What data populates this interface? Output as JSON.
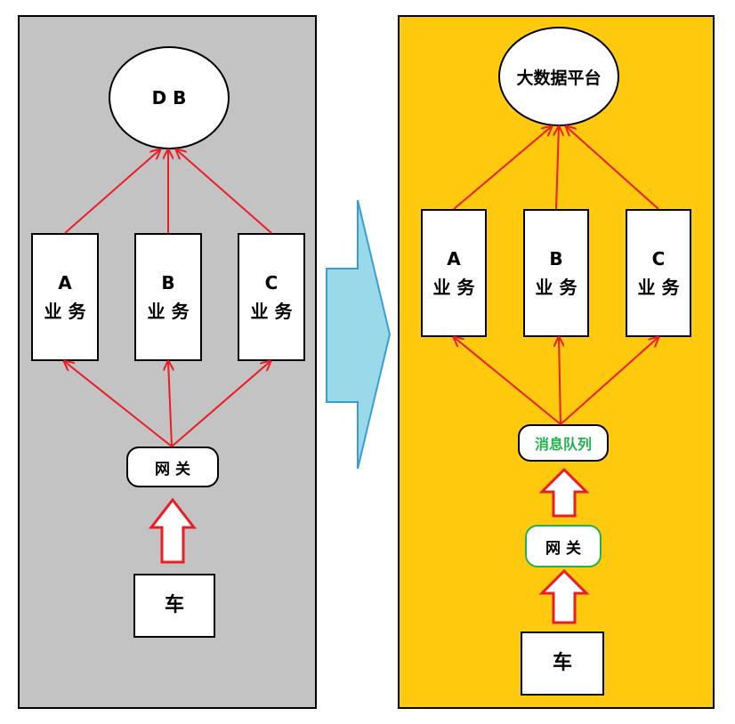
{
  "left": {
    "db_label": "D B",
    "services": [
      {
        "letter": "A",
        "label": "业 务"
      },
      {
        "letter": "B",
        "label": "业 务"
      },
      {
        "letter": "C",
        "label": "业 务"
      }
    ],
    "gateway_label": "网 关",
    "car_label": "车"
  },
  "right": {
    "platform_label": "大数据平台",
    "services": [
      {
        "letter": "A",
        "label": "业 务"
      },
      {
        "letter": "B",
        "label": "业 务"
      },
      {
        "letter": "C",
        "label": "业 务"
      }
    ],
    "queue_label": "消息队列",
    "gateway_label": "网 关",
    "car_label": "车"
  },
  "colors": {
    "left_bg": "#c3c3c3",
    "right_bg": "#ffc90e",
    "arrow_red": "#ed1c24",
    "transition_arrow": "#99d9ea",
    "queue_green": "#22b14c"
  }
}
